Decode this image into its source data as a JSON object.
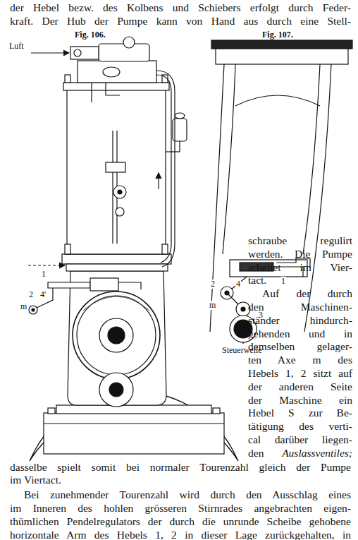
{
  "diagram": {
    "labels": [
      "der Hebel bezw. des Kolbens und Schiebers erfolgt durch Feder-",
      "kraft. Der Hub der Pumpe kann von Hand aus durch eine Stell-",
      "Fig. 106.",
      "Fig. 107.",
      "Luft",
      "1",
      "2",
      "4'",
      "m",
      "2",
      "4",
      "1",
      "m",
      "3",
      "Steuerwelle",
      "schraube regulirt",
      "werden. Die Pumpe",
      "arbeitet im Vier-",
      "tact.",
      "Auf der durch",
      "den Maschinen-",
      "ständer hindurch-",
      "gehenden und in",
      "demselben gelager-",
      "ten Axe m des",
      "Hebels 1, 2 sitzt auf",
      "der anderen Seite",
      "der Maschine ein",
      "Hebel S zur Be-",
      "tätigung des verti-",
      "cal darüber liegen-",
      "den",
      "Auslassventiles;",
      "dasselbe spielt somit bei normaler Tourenzahl gleich der Pumpe",
      "im Viertact.",
      "Bei zunehmender Tourenzahl wird durch den Ausschlag eines",
      "im Inneren des hohlen grösseren Stirnrades angebrachten eigen-",
      "thümlichen Pendelregulators der durch die unrunde Scheibe gehobene",
      "horizontale Arm des Hebels 1, 2 in dieser Lage zurückgehalten, in"
    ]
  }
}
